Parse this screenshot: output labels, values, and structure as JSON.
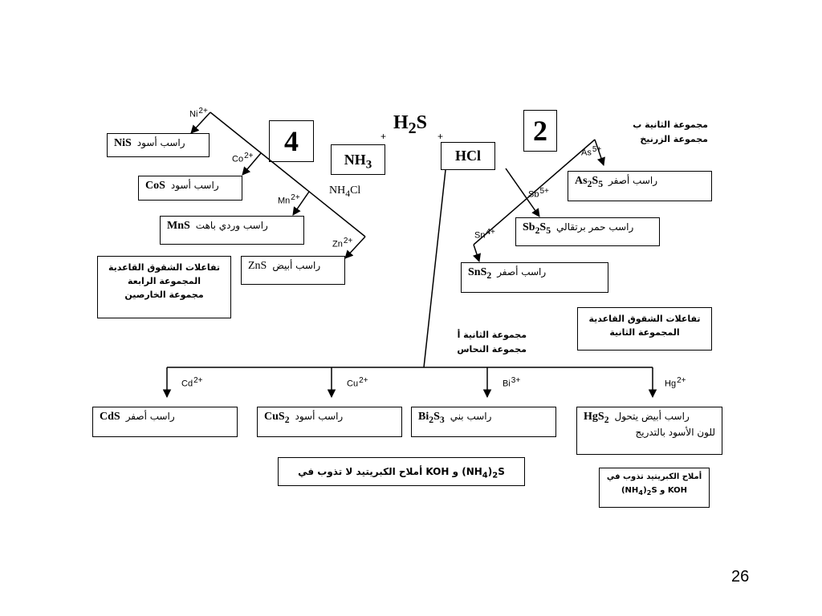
{
  "slide": {
    "page_number": "26"
  },
  "reagent_main": {
    "html": "H<sub>2</sub>S",
    "plus_left": "+",
    "plus_right": "+"
  },
  "group_numbers": {
    "group4": "4",
    "group2": "2"
  },
  "reagents": {
    "nh3": "NH<sub>3</sub>",
    "nh4cl": "NH<sub>4</sub>Cl",
    "hcl": "HCl"
  },
  "group4": {
    "title_lines": [
      "تفاعلات الشقوق القاعدية",
      "المجموعة الرابعة",
      "مجموعة الخارصين"
    ],
    "ions": [
      {
        "symbol": "Ni",
        "charge": "2+"
      },
      {
        "symbol": "Co",
        "charge": "2+"
      },
      {
        "symbol": "Mn",
        "charge": "2+"
      },
      {
        "symbol": "Zn",
        "charge": "2+"
      }
    ],
    "precipitates": [
      {
        "formula": "NiS",
        "desc": "راسب أسود"
      },
      {
        "formula": "CoS",
        "desc": "راسب أسود"
      },
      {
        "formula": "MnS",
        "desc": "راسب وردي باهت"
      },
      {
        "formula": "ZnS",
        "desc": "راسب أبيض"
      }
    ]
  },
  "group2b": {
    "header_lines": [
      "مجموعة الثانية  ب",
      "مجموعة الزرنيخ"
    ],
    "ions": [
      {
        "symbol": "As",
        "charge": "5+"
      },
      {
        "symbol": "Sb",
        "charge": "5+"
      },
      {
        "symbol": "Sn",
        "charge": "4+"
      }
    ],
    "precipitates": [
      {
        "formula": "As<sub>2</sub>S<sub>5</sub>",
        "desc": "راسب  أصفر"
      },
      {
        "formula": "Sb<sub>2</sub>S<sub>5</sub>",
        "desc": "راسب حمر برتقالي"
      },
      {
        "formula": "SnS<sub>2</sub>",
        "desc": "راسب أصفر"
      }
    ]
  },
  "group2_title_lines": [
    "تفاعلات الشقوق القاعدية",
    "المجموعة الثانية"
  ],
  "group2a": {
    "header_lines": [
      "مجموعة الثانية  أ",
      "مجموعة النحاس"
    ],
    "ions": [
      {
        "symbol": "Cd",
        "charge": "2+"
      },
      {
        "symbol": "Cu",
        "charge": "2+"
      },
      {
        "symbol": "Bi",
        "charge": "3+"
      },
      {
        "symbol": "Hg",
        "charge": "2+"
      }
    ],
    "precipitates": [
      {
        "formula": "CdS",
        "desc": "راسب أصفر"
      },
      {
        "formula": "CuS<sub>2</sub>",
        "desc": "راسب أسود"
      },
      {
        "formula": "Bi<sub>2</sub>S<sub>3</sub>",
        "desc": "راسب بني"
      },
      {
        "formula": "HgS<sub>2</sub>",
        "desc": "راسب أبيض يتحول",
        "desc2": "للون الأسود بالتدريج"
      }
    ],
    "note_insoluble": "أملاح الكبريتيد لا تذوب في KOH و (NH<sub>4</sub>)<sub>2</sub>S",
    "note_soluble_lines": [
      "أملاح الكبريتيد تذوب في",
      "(NH<sub>4</sub>)<sub>2</sub>S و KOH"
    ]
  }
}
